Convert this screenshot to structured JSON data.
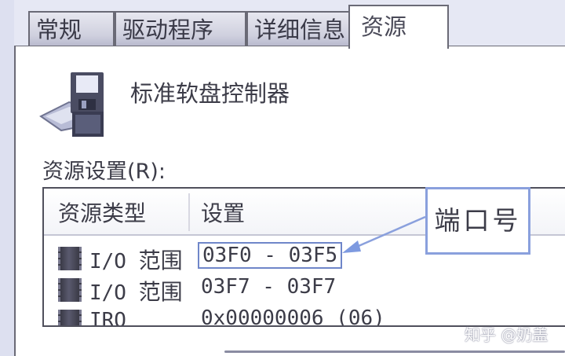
{
  "tabs": [
    {
      "label": "常规",
      "active": false
    },
    {
      "label": "驱动程序",
      "active": false
    },
    {
      "label": "详细信息",
      "active": false
    },
    {
      "label": "资源",
      "active": true
    }
  ],
  "device": {
    "icon": "floppy-controller-icon",
    "name": "标准软盘控制器"
  },
  "resources": {
    "label": "资源设置(R):",
    "columns": [
      "资源类型",
      "设置"
    ],
    "rows": [
      {
        "icon": "chip-icon",
        "type_prefix": "I/O ",
        "type_cjk": "范围",
        "setting": "03F0 - 03F5",
        "focused": true
      },
      {
        "icon": "chip-icon",
        "type_prefix": "I/O ",
        "type_cjk": "范围",
        "setting": "03F7 - 03F7",
        "focused": false
      },
      {
        "icon": "chip-icon",
        "type_prefix": "IRQ",
        "type_cjk": "",
        "setting": "0x00000006 (06)",
        "focused": false
      }
    ]
  },
  "annotation": {
    "callout_text": "端口号",
    "color": "#8aa0dd"
  },
  "watermark": "知乎 @奶盖"
}
